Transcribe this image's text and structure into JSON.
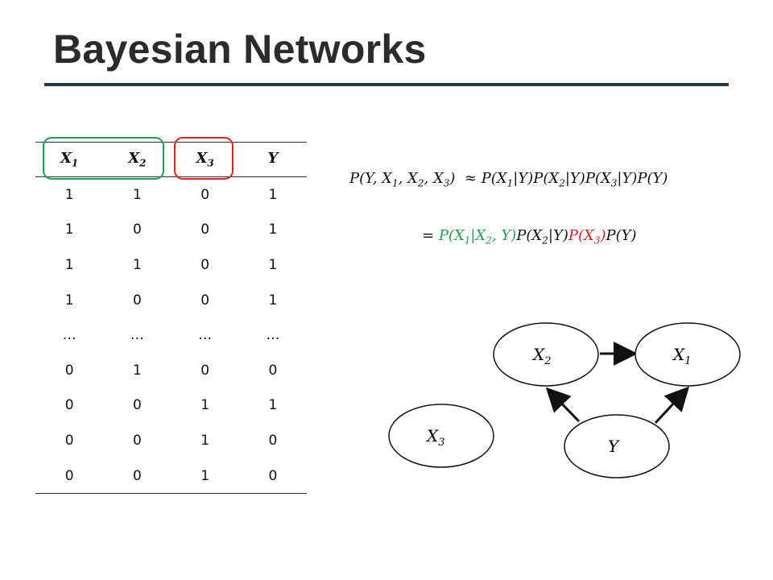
{
  "title": "Bayesian Networks",
  "table": {
    "headers": [
      {
        "var": "X",
        "sub": "1"
      },
      {
        "var": "X",
        "sub": "2"
      },
      {
        "var": "X",
        "sub": "3"
      },
      {
        "var": "Y",
        "sub": ""
      }
    ],
    "rows": [
      [
        "1",
        "1",
        "0",
        "1"
      ],
      [
        "1",
        "0",
        "0",
        "1"
      ],
      [
        "1",
        "1",
        "0",
        "1"
      ],
      [
        "1",
        "0",
        "0",
        "1"
      ],
      [
        "…",
        "…",
        "…",
        "…"
      ],
      [
        "0",
        "1",
        "0",
        "0"
      ],
      [
        "0",
        "0",
        "1",
        "1"
      ],
      [
        "0",
        "0",
        "1",
        "0"
      ],
      [
        "0",
        "0",
        "1",
        "0"
      ]
    ],
    "highlight_colors": {
      "green": "#1aa152",
      "red": "#e02020"
    }
  },
  "equations": {
    "line1": "P(Y, X1, X2, X3) ≈ P(X1|Y)P(X2|Y)P(X3|Y)P(Y)",
    "line2": "= P(X1|X2, Y)P(X2|Y)P(X3)P(Y)"
  },
  "graph": {
    "nodes": [
      {
        "id": "X2",
        "var": "X",
        "sub": "2"
      },
      {
        "id": "X1",
        "var": "X",
        "sub": "1"
      },
      {
        "id": "X3",
        "var": "X",
        "sub": "3"
      },
      {
        "id": "Y",
        "var": "Y",
        "sub": ""
      }
    ],
    "edges": [
      {
        "from": "X2",
        "to": "X1"
      },
      {
        "from": "Y",
        "to": "X2"
      },
      {
        "from": "Y",
        "to": "X1"
      }
    ]
  }
}
